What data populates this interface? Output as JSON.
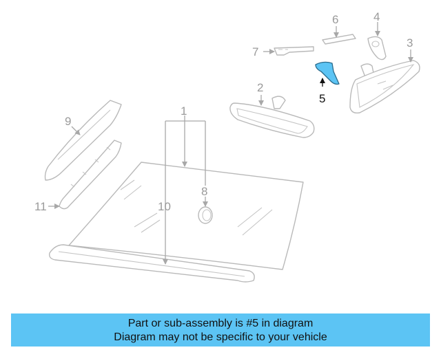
{
  "diagram": {
    "callouts": {
      "c1": "1",
      "c2": "2",
      "c3": "3",
      "c4": "4",
      "c5": "5",
      "c6": "6",
      "c7": "7",
      "c8": "8",
      "c9": "9",
      "c10": "10",
      "c11": "11"
    },
    "highlighted_part": "5",
    "highlight_color": "#5cc4f4"
  },
  "banner": {
    "line1": "Part or sub-assembly is #5 in diagram",
    "line2": "Diagram may not be specific to your vehicle",
    "background": "#5cc4f4"
  }
}
